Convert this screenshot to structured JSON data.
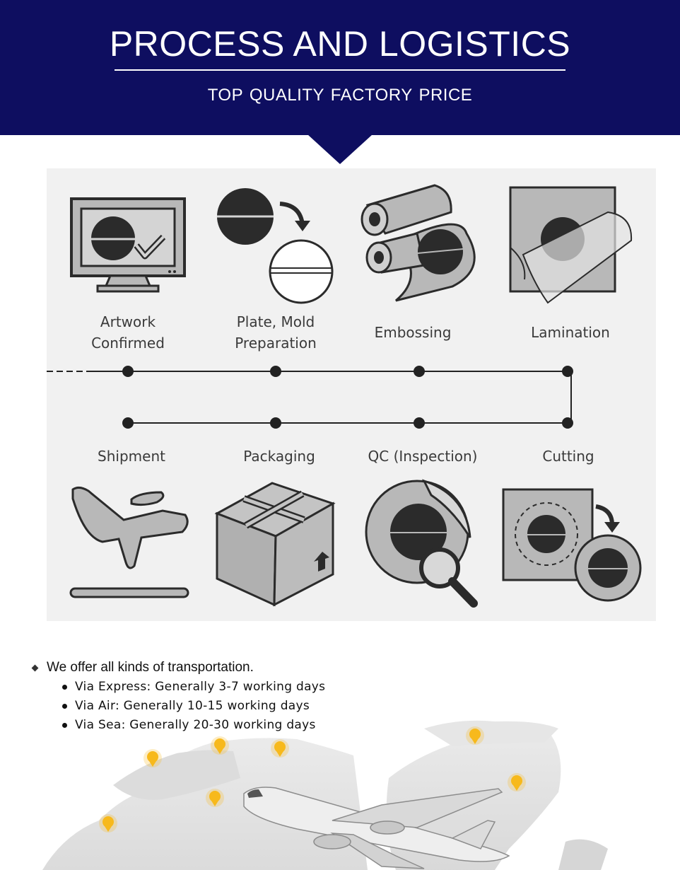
{
  "banner": {
    "title": "PROCESS AND LOGISTICS",
    "subtitle": "TOP QUALITY  FACTORY PRICE"
  },
  "process": {
    "steps_top": [
      {
        "label": "Artwork\nConfirmed",
        "icon": "monitor-check-icon"
      },
      {
        "label": "Plate, Mold\nPreparation",
        "icon": "plate-mold-icon"
      },
      {
        "label": "Embossing",
        "icon": "embossing-rollers-icon"
      },
      {
        "label": "Lamination",
        "icon": "lamination-sheet-icon"
      }
    ],
    "steps_bottom": [
      {
        "label": "Shipment",
        "icon": "airplane-icon"
      },
      {
        "label": "Packaging",
        "icon": "box-icon"
      },
      {
        "label": "QC (Inspection)",
        "icon": "magnifier-sticker-icon"
      },
      {
        "label": "Cutting",
        "icon": "cutting-die-icon"
      }
    ]
  },
  "transport": {
    "heading": "We offer all kinds of transportation.",
    "modes": [
      "Via Express: Generally 3-7 working days",
      "Via Air: Generally 10-15 working days",
      "Via Sea: Generally 20-30 working days"
    ]
  },
  "colors": {
    "banner": "#0e0e60",
    "icon_fill": "#b5b5b5",
    "icon_dark": "#2b2b2b",
    "pin": "#f7b91c"
  }
}
